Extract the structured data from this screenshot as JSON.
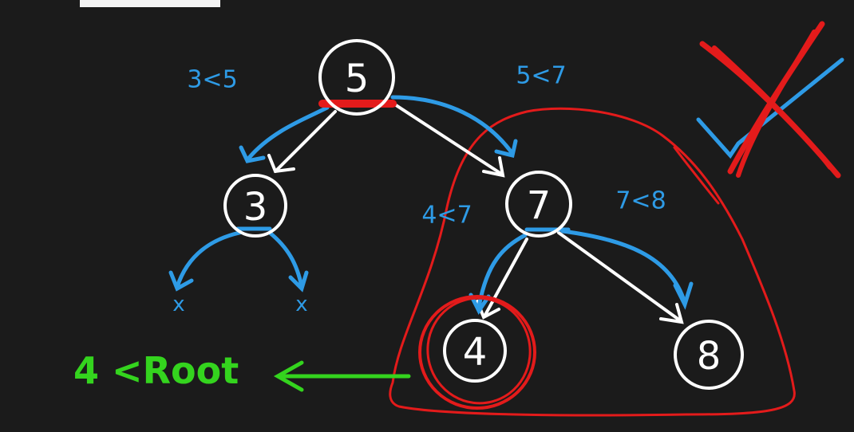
{
  "nodes": {
    "root": "5",
    "left": "3",
    "right": "7",
    "right_left": "4",
    "right_right": "8"
  },
  "comparisons": {
    "left_of_root": "3<5",
    "right_of_root": "5<7",
    "left_of_seven": "4<7",
    "right_of_seven": "7<8"
  },
  "null_children": {
    "left": "x",
    "right": "x"
  },
  "note": "4 <Root",
  "colors": {
    "background": "#1b1b1b",
    "node": "#ffffff",
    "blue_arrow": "#2e9be6",
    "red_highlight": "#e31b1b",
    "green_note": "#34d41e"
  }
}
